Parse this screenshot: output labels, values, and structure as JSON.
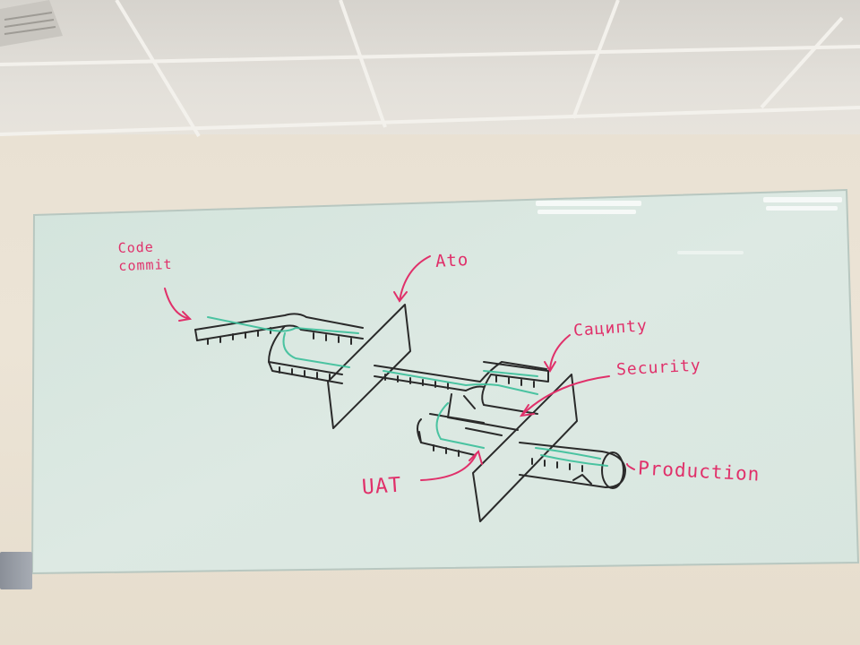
{
  "diagram": {
    "labels": {
      "code_commit_line1": "Code",
      "code_commit_line2": "commit",
      "ato": "Ato",
      "capacity": "Caципty",
      "security": "Security",
      "uat": "UAT",
      "production": "Production"
    },
    "colors": {
      "ink_black": "#2a2a2a",
      "ink_pink": "#e0306a",
      "ink_green": "#3bbf9a",
      "board": "#dbe8e2"
    }
  }
}
